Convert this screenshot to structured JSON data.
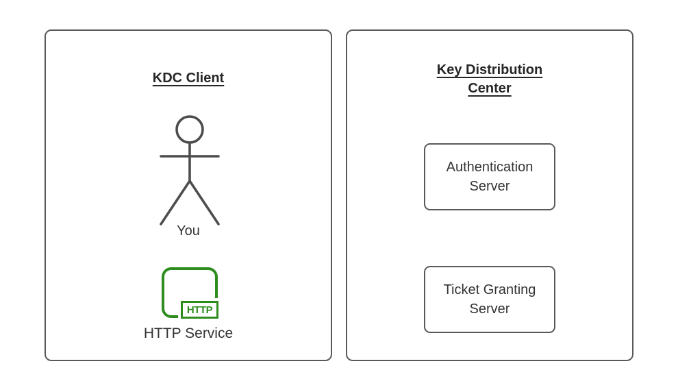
{
  "diagram": {
    "background_color": "#ffffff",
    "colors": {
      "panel_border": "#595959",
      "actor_stroke": "#4d4d4d",
      "title_text": "#262626",
      "body_text": "#333333",
      "http_green": "#2e8c1e"
    },
    "left_panel": {
      "title": "KDC Client",
      "actor_label": "You",
      "service_badge": "HTTP",
      "service_label": "HTTP Service"
    },
    "right_panel": {
      "title": "Key Distribution Center",
      "nodes": [
        {
          "label": "Authentication Server"
        },
        {
          "label": "Ticket Granting Server"
        }
      ]
    }
  }
}
